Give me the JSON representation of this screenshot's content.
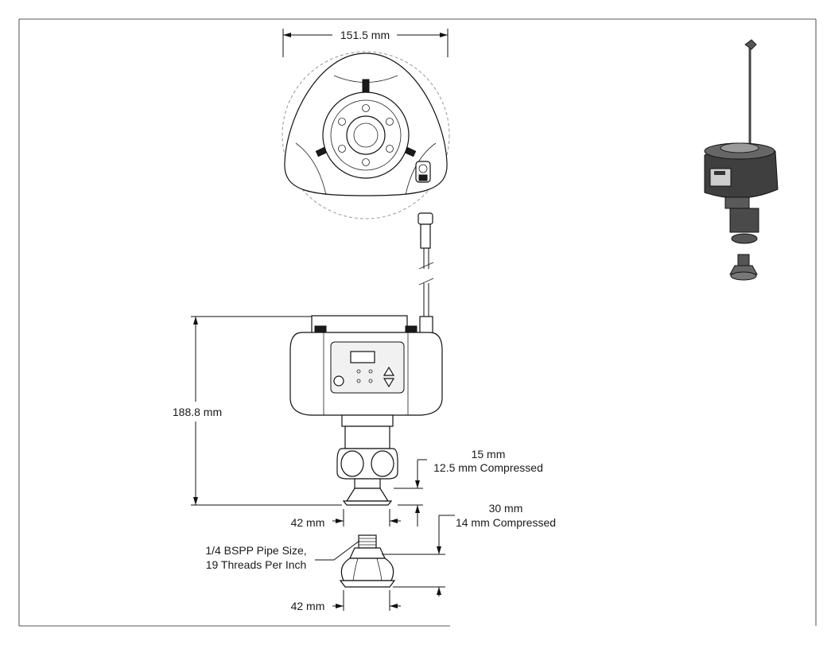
{
  "dimensions": {
    "top_width": "151.5 mm",
    "height": "188.8 mm",
    "stroke_a": "15 mm",
    "stroke_a_compressed": "12.5 mm Compressed",
    "cup_a_width": "42 mm",
    "stroke_b": "30 mm",
    "stroke_b_compressed": "14 mm Compressed",
    "thread_note_line1": "1/4 BSPP Pipe Size,",
    "thread_note_line2": "19 Threads Per Inch",
    "cup_b_width": "42 mm"
  },
  "icons": [
    "vacuum-gripper-top-view",
    "vacuum-gripper-front-view",
    "suction-cup-detail",
    "isometric-assembly-view",
    "control-panel",
    "arrow-up-icon",
    "arrow-down-icon",
    "power-button-icon"
  ],
  "colors": {
    "line": "#111111",
    "background": "#ffffff",
    "panel": "#f1f1f1"
  }
}
